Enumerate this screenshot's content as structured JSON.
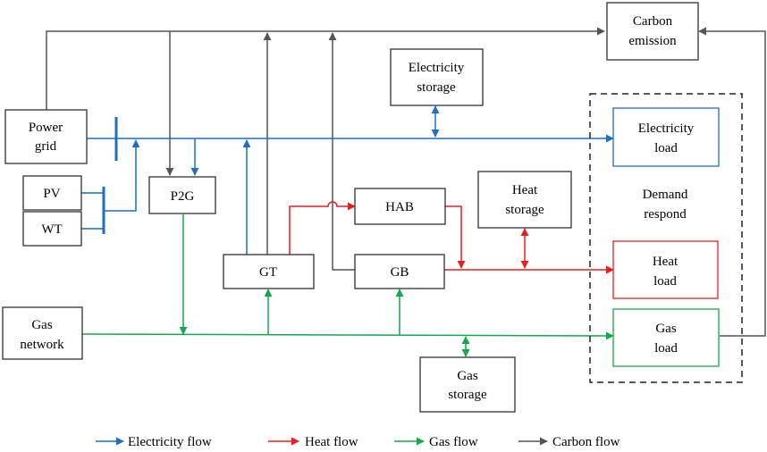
{
  "nodes": {
    "carbon_emission": [
      "Carbon",
      "emission"
    ],
    "electricity_storage": [
      "Electricity",
      "storage"
    ],
    "power_grid": [
      "Power",
      "grid"
    ],
    "electricity_load": [
      "Electricity",
      "load"
    ],
    "pv": [
      "PV"
    ],
    "wt": [
      "WT"
    ],
    "p2g": [
      "P2G"
    ],
    "hab": [
      "HAB"
    ],
    "heat_storage": [
      "Heat",
      "storage"
    ],
    "demand_respond": [
      "Demand",
      "respond"
    ],
    "gt": [
      "GT"
    ],
    "gb": [
      "GB"
    ],
    "heat_load": [
      "Heat",
      "load"
    ],
    "gas_network": [
      "Gas",
      "network"
    ],
    "gas_load": [
      "Gas",
      "load"
    ],
    "gas_storage": [
      "Gas",
      "storage"
    ]
  },
  "legend": {
    "electricity": "Electricity flow",
    "heat": "Heat flow",
    "gas": "Gas flow",
    "carbon": "Carbon flow"
  },
  "colors": {
    "electricity": "#1f6fbf",
    "heat": "#ee1c1c",
    "gas": "#16a84a",
    "carbon": "#555555",
    "box": "#333333"
  }
}
